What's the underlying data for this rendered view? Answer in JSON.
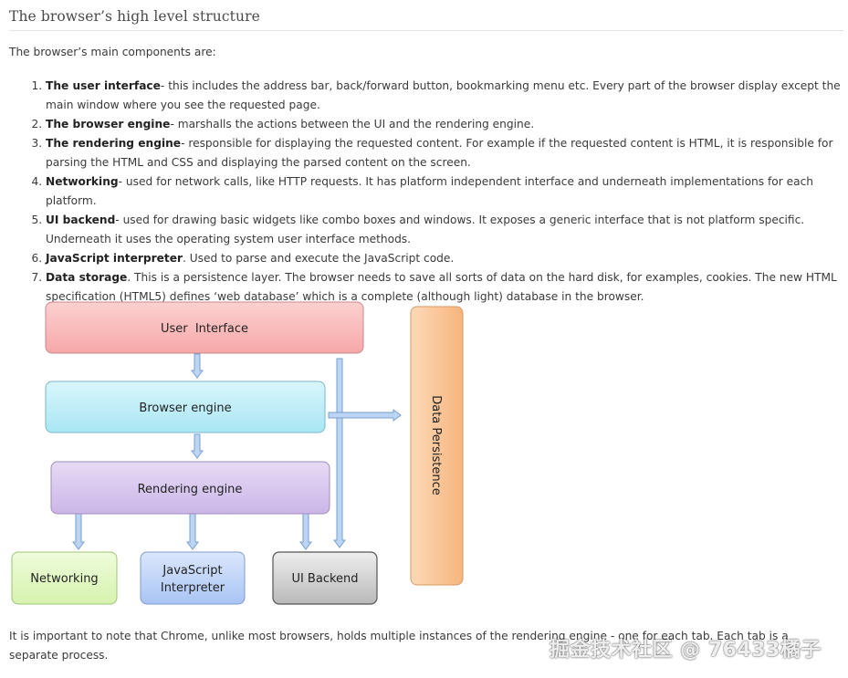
{
  "page": {
    "title": "The browser’s high level structure",
    "intro": "The browser’s main components are:",
    "components": [
      {
        "term": "The user interface",
        "desc": "- this includes the address bar, back/forward button, bookmarking menu etc. Every part of the browser display except the main window where you see the requested page."
      },
      {
        "term": "The browser engine",
        "desc": "- marshalls the actions between the UI and the rendering engine."
      },
      {
        "term": "The rendering engine",
        "desc": "- responsible for displaying the requested content. For example if the requested content is HTML, it is responsible for parsing the HTML and CSS and displaying the parsed content on the screen."
      },
      {
        "term": "Networking",
        "desc": "- used for network calls, like HTTP requests. It has platform independent interface and underneath implementations for each platform."
      },
      {
        "term": "UI backend",
        "desc": "- used for drawing basic widgets like combo boxes and windows. It exposes a generic interface that is not platform specific. Underneath it uses the operating system user interface methods."
      },
      {
        "term": "JavaScript interpreter",
        "desc": ". Used to parse and execute the JavaScript code."
      },
      {
        "term": "Data storage",
        "desc": ". This is a persistence layer. The browser needs to save all sorts of data on the hard disk, for examples, cookies. The new HTML specification (HTML5) defines ‘web database’ which is a complete (although light) database in the browser."
      }
    ],
    "footer": "It is important to note that Chrome, unlike most browsers, holds multiple instances of the rendering engine - one for each tab. Each tab is a separate process.",
    "watermark": "掘金技术社区 @ 76433橘子"
  },
  "diagram": {
    "user_interface": "User  Interface",
    "browser_engine": "Browser engine",
    "rendering_engine": "Rendering engine",
    "networking": "Networking",
    "js_interpreter_line1": "JavaScript",
    "js_interpreter_line2": "Interpreter",
    "ui_backend": "UI Backend",
    "data_persistence": "Data Persistence"
  },
  "colors": {
    "user_interface": "#f9b8b8",
    "browser_engine": "#bfeef8",
    "rendering_engine": "#d9c8ee",
    "networking": "#e4f9c4",
    "js_interpreter": "#c2d6f9",
    "ui_backend": "#d0d0d0",
    "data_persistence": "#fbc79a",
    "arrow": "#b9d3f3"
  }
}
